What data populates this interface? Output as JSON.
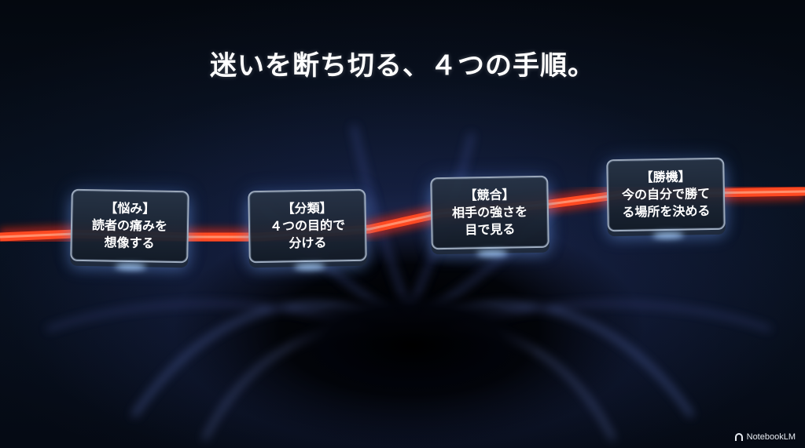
{
  "title": "迷いを断ち切る、４つの手順。",
  "steps": [
    {
      "label": "【悩み】",
      "line1": "読者の痛みを",
      "line2": "想像する"
    },
    {
      "label": "【分類】",
      "line1": "４つの目的で",
      "line2": "分ける"
    },
    {
      "label": "【競合】",
      "line1": "相手の強さを",
      "line2": "目で見る"
    },
    {
      "label": "【勝機】",
      "line1": "今の自分で勝て",
      "line2": "る場所を決める"
    }
  ],
  "brand": "NotebookLM",
  "colors": {
    "background": "#050a14",
    "path": "#ff3a1a",
    "text": "#ffffff"
  }
}
